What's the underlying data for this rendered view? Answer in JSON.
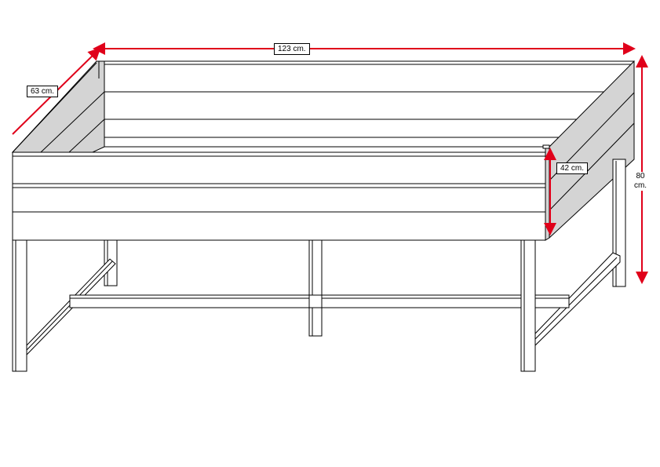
{
  "dimensions": {
    "width_label": "123 cm.",
    "depth_label": "63 cm.",
    "inner_height_label": "42 cm.",
    "total_height_line1": "80",
    "total_height_line2": "cm."
  },
  "colors": {
    "dimension_line": "#e0001a",
    "outline": "#000000",
    "front_face": "#ffffff",
    "side_face": "#d4d4d4"
  }
}
